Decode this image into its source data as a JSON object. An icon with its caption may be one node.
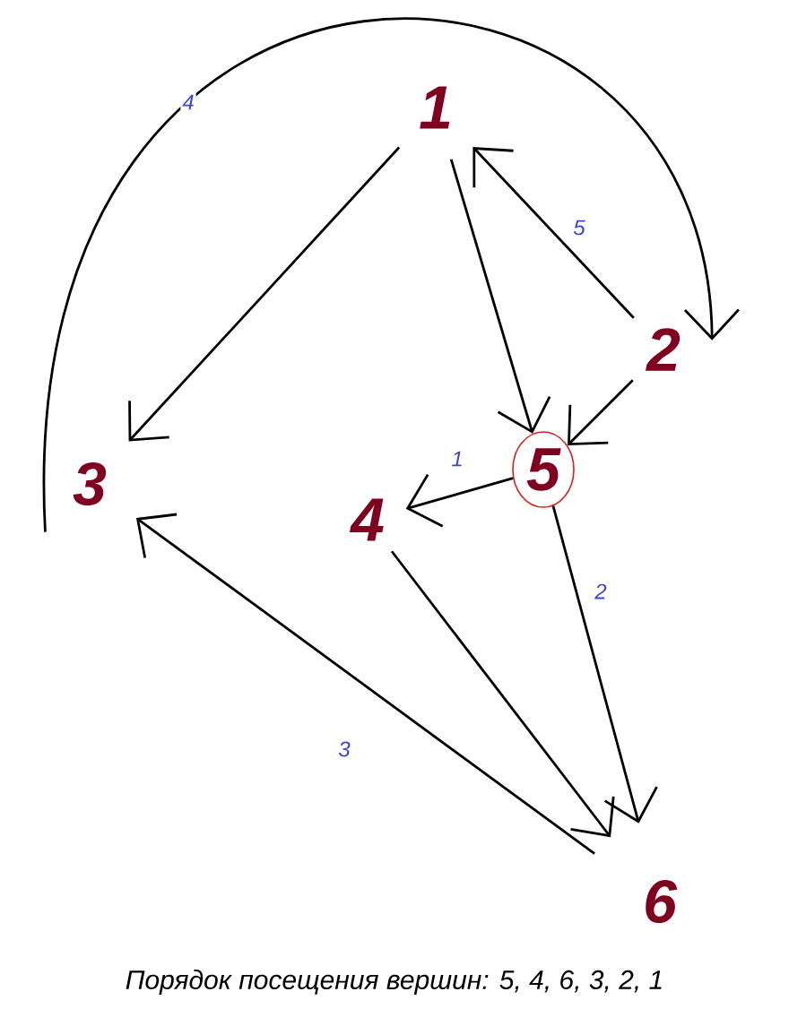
{
  "diagram": {
    "caption": "Порядок посещения вершин: 5, 4, 6, 3, 2, 1",
    "nodes": [
      {
        "text": [
          "1"
        ]
      },
      {
        "text": [
          "2"
        ]
      },
      {
        "text": [
          "3"
        ]
      },
      {
        "text": [
          "4"
        ]
      },
      {
        "text": [
          "5"
        ]
      },
      {
        "text": [
          "6"
        ]
      }
    ],
    "edges": [
      {
        "from": 0,
        "to": 2,
        "arrow": "to"
      },
      {
        "from": 0,
        "to": 4,
        "arrow": "to"
      },
      {
        "from": 1,
        "to": 0,
        "arrow": "to",
        "label": "5"
      },
      {
        "from": 1,
        "to": 4,
        "arrow": "to"
      },
      {
        "from": 4,
        "to": 3,
        "arrow": "to",
        "label": "1"
      },
      {
        "from": 4,
        "to": 5,
        "arrow": "to",
        "label": "2"
      },
      {
        "from": 3,
        "to": 5,
        "arrow": "to"
      },
      {
        "from": 5,
        "to": 2,
        "arrow": "to",
        "label": "3"
      },
      {
        "from": 2,
        "to": 1,
        "arrow": "to",
        "label": "4"
      }
    ]
  }
}
